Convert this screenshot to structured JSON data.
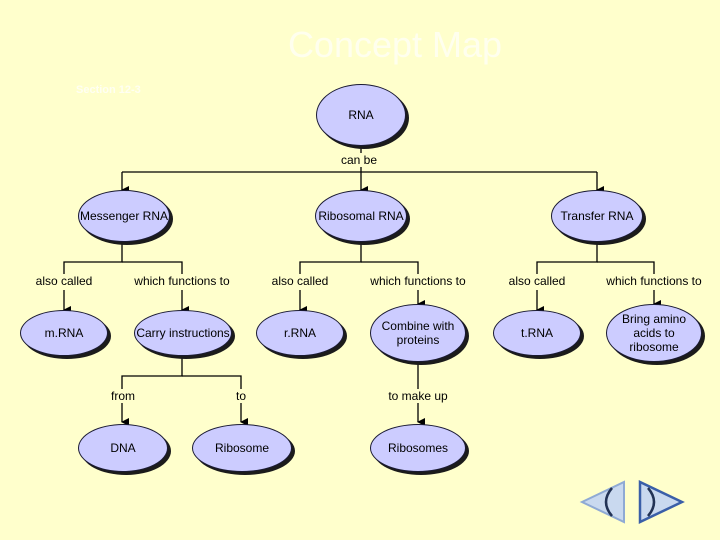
{
  "title": "Concept Map",
  "section": "Section 12-3",
  "nodes": {
    "rna": "RNA",
    "messenger": "Messenger RNA",
    "ribosomal": "Ribosomal RNA",
    "transfer": "Transfer RNA",
    "mrna": "m.RNA",
    "carry": "Carry instructions",
    "rrna": "r.RNA",
    "combine": "Combine with proteins",
    "trna": "t.RNA",
    "bring": "Bring amino acids to ribosome",
    "dna": "DNA",
    "ribosome": "Ribosome",
    "ribosomes": "Ribosomes"
  },
  "links": {
    "can_be": "can be",
    "also_called_1": "also called",
    "which_functions_1": "which functions to",
    "also_called_2": "also called",
    "which_functions_2": "which functions to",
    "also_called_3": "also called",
    "which_functions_3": "which functions to",
    "from": "from",
    "to": "to",
    "to_make_up": "to make up"
  },
  "nav": {
    "back_icon": "back-arrow-icon",
    "forward_icon": "forward-arrow-icon"
  },
  "colors": {
    "background": "#ffffcc",
    "node_fill": "#ccccff",
    "title": "#ffffee"
  }
}
